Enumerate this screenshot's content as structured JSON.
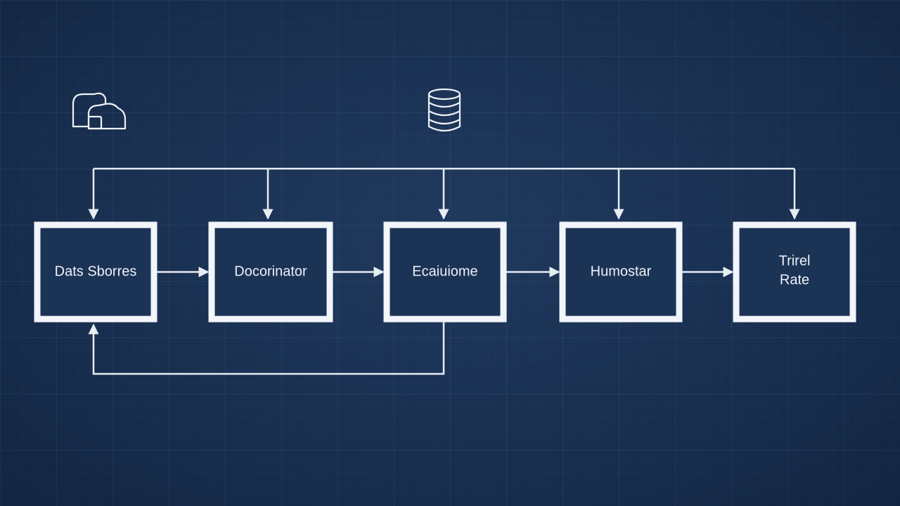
{
  "diagram": {
    "type": "flowchart",
    "nodes": [
      {
        "id": "n1",
        "label_lines": [
          "Dats Sborres"
        ]
      },
      {
        "id": "n2",
        "label_lines": [
          "Docorinator"
        ]
      },
      {
        "id": "n3",
        "label_lines": [
          "Ecaiuiome"
        ]
      },
      {
        "id": "n4",
        "label_lines": [
          "Humostar"
        ]
      },
      {
        "id": "n5",
        "label_lines": [
          "Trirel",
          "Rate"
        ]
      }
    ],
    "edges": [
      {
        "from": "n1",
        "to": "n2"
      },
      {
        "from": "n2",
        "to": "n3"
      },
      {
        "from": "n3",
        "to": "n4"
      },
      {
        "from": "n4",
        "to": "n5"
      },
      {
        "from": "n3",
        "to": "n1",
        "kind": "feedback"
      },
      {
        "from": "bus",
        "to": "n1"
      },
      {
        "from": "bus",
        "to": "n2"
      },
      {
        "from": "bus",
        "to": "n3"
      },
      {
        "from": "bus",
        "to": "n4"
      },
      {
        "from": "bus",
        "to": "n5"
      }
    ],
    "icons": [
      {
        "name": "cloud-icon"
      },
      {
        "name": "database-icon"
      }
    ]
  },
  "colors": {
    "background": "#1b3355",
    "line": "#e8edf4",
    "box_border": "#f2f5f9",
    "text": "#eef2f7"
  }
}
